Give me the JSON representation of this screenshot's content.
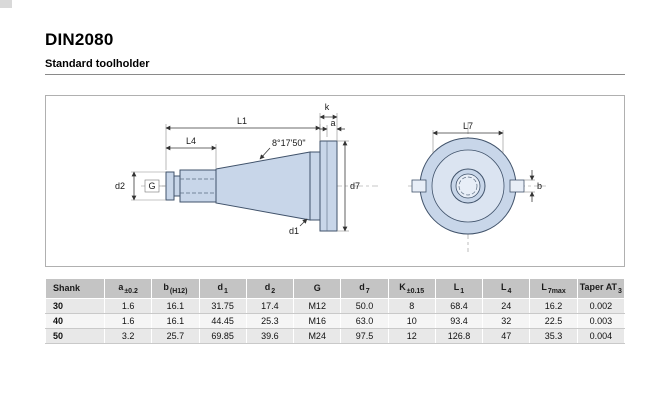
{
  "page": {
    "title": "DIN2080",
    "subtitle": "Standard toolholder"
  },
  "drawing": {
    "labels": {
      "L1": "L1",
      "L4": "L4",
      "k": "k",
      "a": "a",
      "angle": "8°17'50\"",
      "d2": "d2",
      "G": "G",
      "d1": "d1",
      "d7": "d7",
      "L7": "L7",
      "b": "b"
    }
  },
  "table": {
    "headers": [
      {
        "label": "Shank"
      },
      {
        "label": "a",
        "sub": "±0.2"
      },
      {
        "label": "b",
        "sub": "(H12)"
      },
      {
        "label": "d",
        "sub": "1"
      },
      {
        "label": "d",
        "sub": "2"
      },
      {
        "label": "G"
      },
      {
        "label": "d",
        "sub": "7"
      },
      {
        "label": "K",
        "sub": "±0.15"
      },
      {
        "label": "L",
        "sub": "1"
      },
      {
        "label": "L",
        "sub": "4"
      },
      {
        "label": "L",
        "sub": "7max"
      },
      {
        "label": "Taper AT",
        "sub": "3"
      }
    ],
    "rows": [
      {
        "shank": "30",
        "values": [
          "1.6",
          "16.1",
          "31.75",
          "17.4",
          "M12",
          "50.0",
          "8",
          "68.4",
          "24",
          "16.2",
          "0.002"
        ]
      },
      {
        "shank": "40",
        "values": [
          "1.6",
          "16.1",
          "44.45",
          "25.3",
          "M16",
          "63.0",
          "10",
          "93.4",
          "32",
          "22.5",
          "0.003"
        ]
      },
      {
        "shank": "50",
        "values": [
          "3.2",
          "25.7",
          "69.85",
          "39.6",
          "M24",
          "97.5",
          "12",
          "126.8",
          "47",
          "35.3",
          "0.004"
        ]
      }
    ]
  }
}
